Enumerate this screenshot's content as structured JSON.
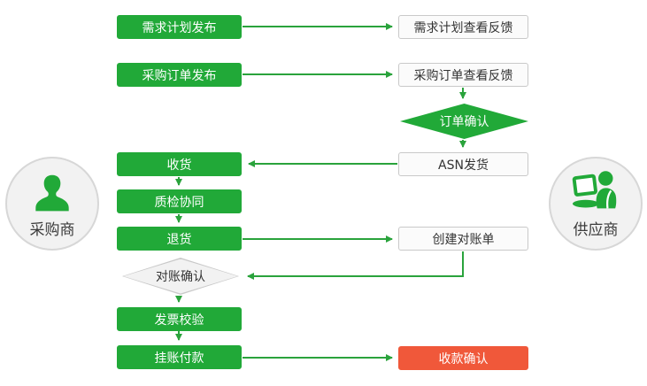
{
  "colors": {
    "green": "#21a938",
    "red": "#f0583a",
    "arrow": "#2aa33c",
    "gray-fill": "#f2f2f2",
    "gray-border": "#c9c9c9",
    "text-dark": "#333333"
  },
  "actors": {
    "buyer": "采购商",
    "supplier": "供应商"
  },
  "nodes": {
    "demand_plan_publish": "需求计划发布",
    "demand_plan_feedback": "需求计划查看反馈",
    "po_publish": "采购订单发布",
    "po_feedback": "采购订单查看反馈",
    "order_confirm": "订单确认",
    "receive": "收货",
    "asn_ship": "ASN发货",
    "quality_check": "质检协同",
    "returns": "退货",
    "create_statement": "创建对账单",
    "statement_confirm": "对账确认",
    "invoice_check": "发票校验",
    "book_payment": "挂账付款",
    "receipt_confirm": "收款确认"
  }
}
